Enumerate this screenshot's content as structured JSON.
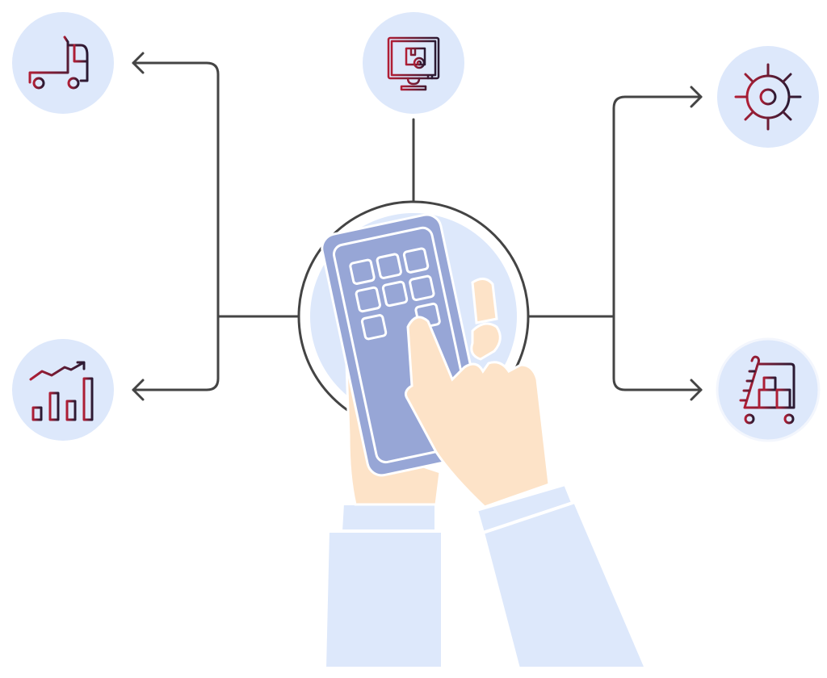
{
  "colors": {
    "background": "#ffffff",
    "node_fill": "#dde8fb",
    "connector": "#444444",
    "icon_gradient_start": "#b01e35",
    "icon_gradient_end": "#2a1a33",
    "phone": "#97a6d6",
    "skin": "#fde3c8",
    "sleeve": "#dde8fb"
  },
  "nodes": [
    {
      "id": "truck",
      "icon": "truck-icon"
    },
    {
      "id": "monitor",
      "icon": "monitor-package-settings-icon"
    },
    {
      "id": "gear",
      "icon": "gear-icon"
    },
    {
      "id": "chart",
      "icon": "growth-chart-icon"
    },
    {
      "id": "cart",
      "icon": "hand-truck-boxes-icon"
    }
  ],
  "center": {
    "icon": "hands-holding-phone-icon"
  }
}
